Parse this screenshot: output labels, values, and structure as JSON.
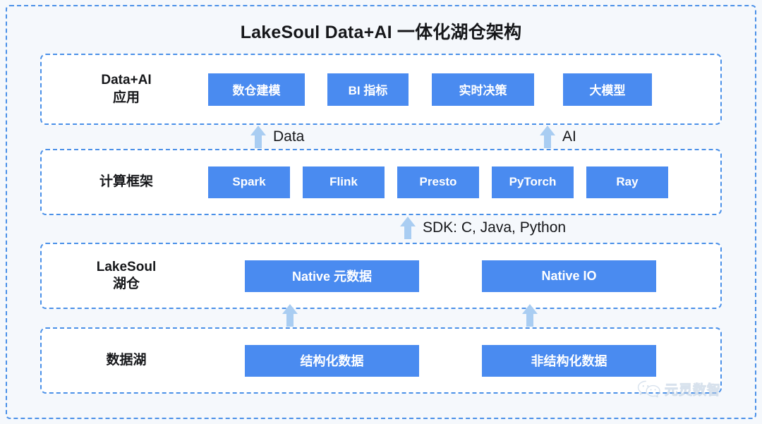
{
  "diagram": {
    "title": "LakeSoul Data+AI 一体化湖仓架构",
    "colors": {
      "accent_blue": "#4a8bf0",
      "dashed_border": "#4a90e8",
      "arrow": "#a9cdf2",
      "background": "#f5f8fc",
      "panel": "#ffffff",
      "text": "#16171a"
    },
    "layers": [
      {
        "label": "Data+AI\n应用",
        "label_line1": "Data+AI",
        "label_line2": "应用",
        "boxes": [
          {
            "label": "数仓建模"
          },
          {
            "label": "BI 指标"
          },
          {
            "label": "实时决策"
          },
          {
            "label": "大模型"
          }
        ]
      },
      {
        "label": "计算框架",
        "label_line1": "计算框架",
        "label_line2": "",
        "boxes": [
          {
            "label": "Spark"
          },
          {
            "label": "Flink"
          },
          {
            "label": "Presto"
          },
          {
            "label": "PyTorch"
          },
          {
            "label": "Ray"
          }
        ]
      },
      {
        "label": "LakeSoul\n湖仓",
        "label_line1": "LakeSoul",
        "label_line2": "湖仓",
        "boxes": [
          {
            "label": "Native 元数据"
          },
          {
            "label": "Native IO"
          }
        ]
      },
      {
        "label": "数据湖",
        "label_line1": "数据湖",
        "label_line2": "",
        "boxes": [
          {
            "label": "结构化数据"
          },
          {
            "label": "非结构化数据"
          }
        ]
      }
    ],
    "connectors": [
      {
        "id": "data",
        "label": "Data",
        "icon": "arrow-up-icon"
      },
      {
        "id": "ai",
        "label": "AI",
        "icon": "arrow-up-icon"
      },
      {
        "id": "sdk",
        "label": "SDK: C, Java, Python",
        "icon": "arrow-up-icon"
      },
      {
        "id": "lake-to-lakesoul-left",
        "label": "",
        "icon": "arrow-up-icon"
      },
      {
        "id": "lake-to-lakesoul-right",
        "label": "",
        "icon": "arrow-up-icon"
      }
    ],
    "watermark": {
      "icon": "wechat-icon",
      "text": "元灵数智"
    }
  }
}
